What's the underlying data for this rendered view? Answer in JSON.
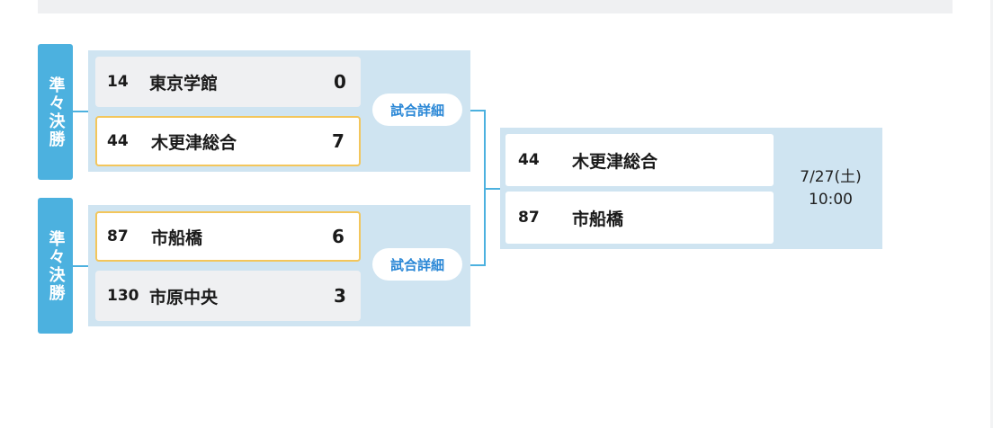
{
  "rounds": [
    {
      "label": "準々決勝",
      "button": "試合詳細",
      "teams": [
        {
          "seed": "14",
          "name": "東京学館",
          "score": "0",
          "winner": false
        },
        {
          "seed": "44",
          "name": "木更津総合",
          "score": "7",
          "winner": true
        }
      ]
    },
    {
      "label": "準々決勝",
      "button": "試合詳細",
      "teams": [
        {
          "seed": "87",
          "name": "市船橋",
          "score": "6",
          "winner": true
        },
        {
          "seed": "130",
          "name": "市原中央",
          "score": "3",
          "winner": false
        }
      ]
    }
  ],
  "final": {
    "teams": [
      {
        "seed": "44",
        "name": "木更津総合"
      },
      {
        "seed": "87",
        "name": "市船橋"
      }
    ],
    "date": "7/27(土)",
    "time": "10:00"
  },
  "colors": {
    "round_label_bg": "#4cb1df",
    "match_box_bg": "#cfe4f1",
    "winner_border": "#f3c65b",
    "button_text": "#2a87d6"
  }
}
